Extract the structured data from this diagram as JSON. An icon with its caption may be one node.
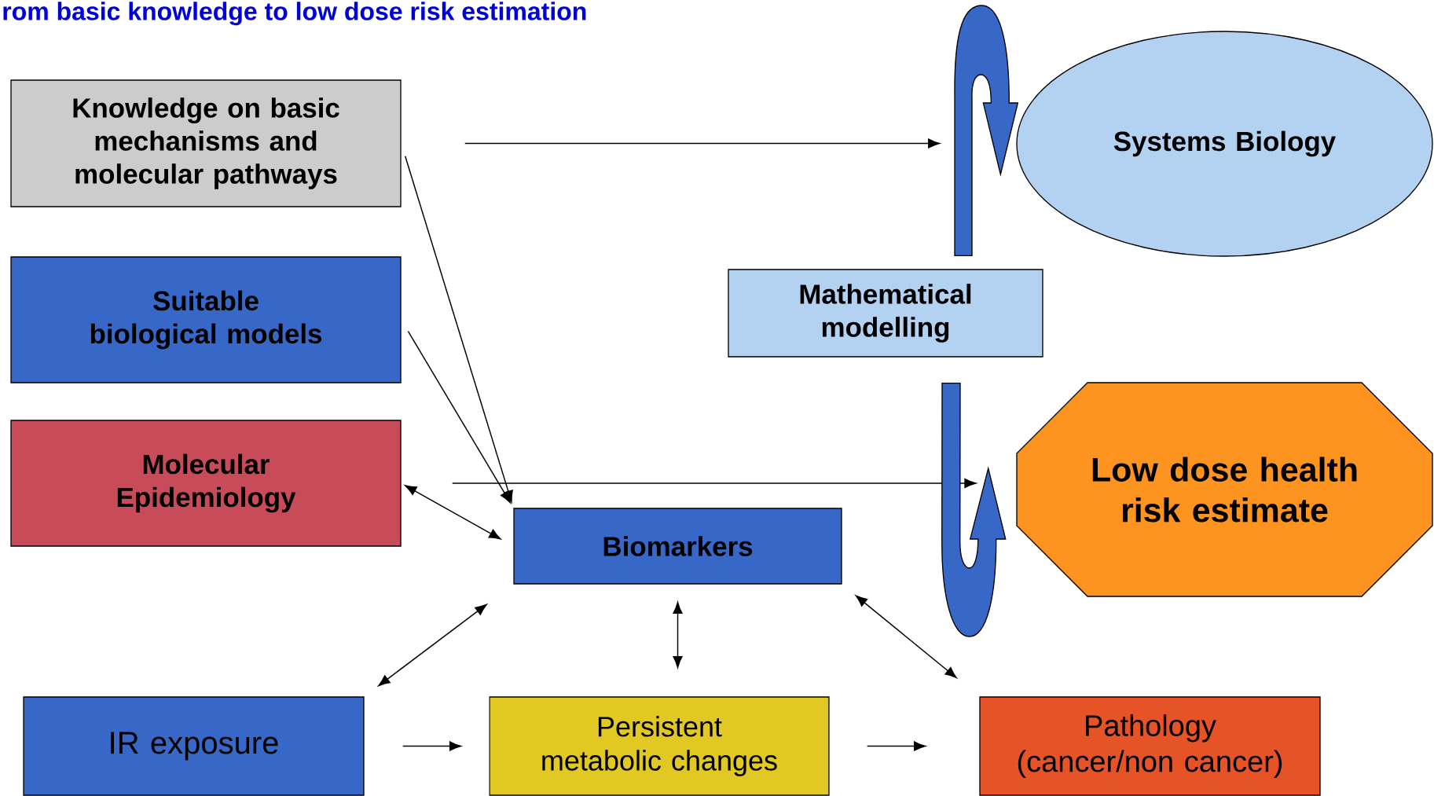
{
  "diagram": {
    "title": "rom basic knowledge to low dose risk estimation",
    "nodes": [
      {
        "text": [
          "Knowledge on basic mechanisms and molecular pathways"
        ]
      },
      {
        "text": [
          "Suitable biological models"
        ]
      },
      {
        "text": [
          "Molecular Epidemiology"
        ]
      },
      {
        "text": [
          "Systems Biology"
        ]
      },
      {
        "text": [
          "Mathematical modelling"
        ]
      },
      {
        "text": [
          "Low dose health risk estimate"
        ]
      },
      {
        "text": [
          "Biomarkers"
        ]
      },
      {
        "text": [
          "IR exposure"
        ]
      },
      {
        "text": [
          "Persistent metabolic changes"
        ]
      },
      {
        "text": [
          "Pathology (cancer/non cancer)"
        ]
      }
    ],
    "edges": [
      {
        "from": 0,
        "to": 3,
        "arrow": "to"
      },
      {
        "from": 0,
        "to": 6,
        "arrow": "to"
      },
      {
        "from": 1,
        "to": 6,
        "arrow": "to"
      },
      {
        "from": 2,
        "to": 6,
        "arrow": "both"
      },
      {
        "from": 2,
        "to": 5,
        "arrow": "to"
      },
      {
        "from": 6,
        "to": 7,
        "arrow": "both"
      },
      {
        "from": 6,
        "to": 8,
        "arrow": "both"
      },
      {
        "from": 6,
        "to": 9,
        "arrow": "both"
      },
      {
        "from": 7,
        "to": 8,
        "arrow": "to"
      },
      {
        "from": 8,
        "to": 9,
        "arrow": "to"
      },
      {
        "from": 4,
        "to": 3,
        "arrow": "to",
        "style": "thick",
        "color": "#3768c8"
      },
      {
        "from": 4,
        "to": 5,
        "arrow": "to",
        "style": "thick",
        "color": "#3768c8"
      }
    ]
  }
}
